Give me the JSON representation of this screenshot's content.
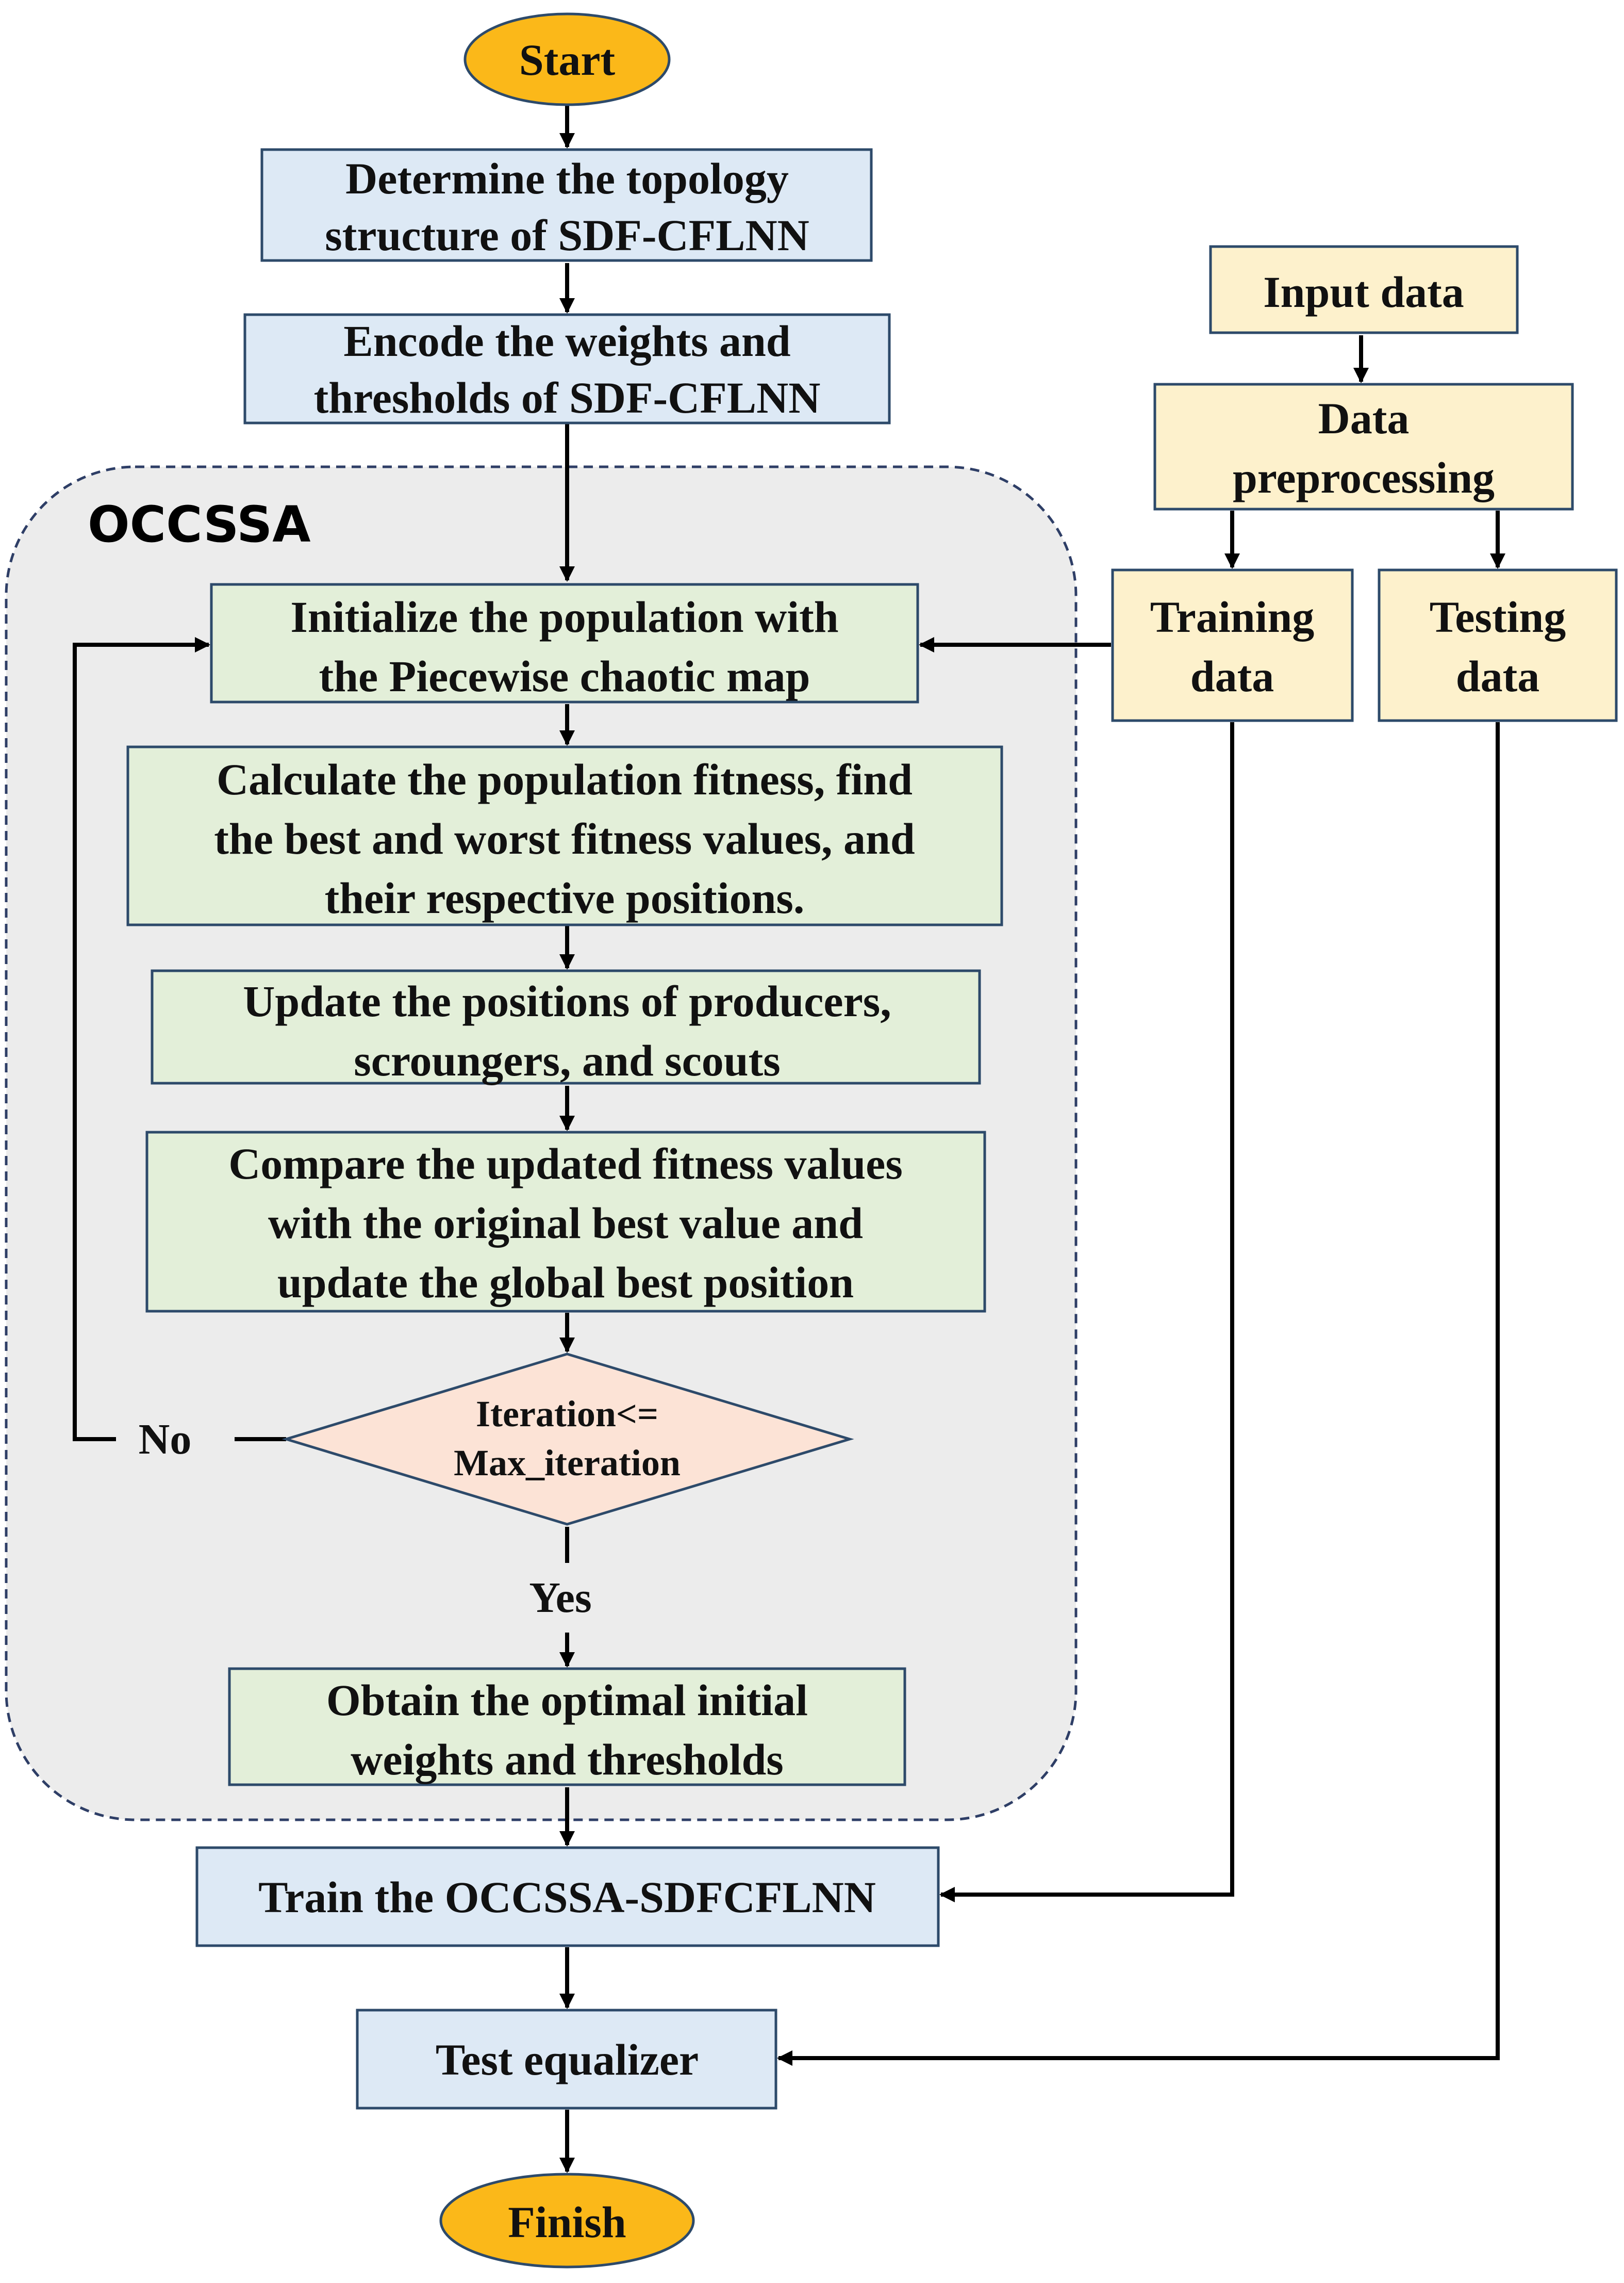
{
  "nodes": {
    "start": "Start",
    "determine": [
      "Determine the topology",
      "structure of SDF-CFLNN"
    ],
    "encode": [
      "Encode the weights and",
      "thresholds of SDF-CFLNN"
    ],
    "input": "Input data",
    "preprocess": [
      "Data",
      "preprocessing"
    ],
    "training": [
      "Training",
      "data"
    ],
    "testing": [
      "Testing",
      "data"
    ],
    "region_label": "OCCSSA",
    "initialize": [
      "Initialize the population with",
      "the Piecewise chaotic map"
    ],
    "calculate": [
      "Calculate the population fitness, find",
      "the best and worst fitness values, and",
      "their respective positions."
    ],
    "update": [
      "Update the positions of producers,",
      "scroungers, and scouts"
    ],
    "compare": [
      "Compare the updated fitness values",
      "with the original best value and",
      "update the global best position"
    ],
    "decision": [
      "Iteration<=",
      "Max_iteration"
    ],
    "no_label": "No",
    "yes_label": "Yes",
    "obtain": [
      "Obtain the optimal initial",
      "weights and thresholds"
    ],
    "train": "Train the OCCSSA-SDFCFLNN",
    "test": "Test equalizer",
    "finish": "Finish"
  },
  "colors": {
    "process_blue": "#dde9f5",
    "process_green": "#e3efd9",
    "data_yellow": "#fdf1cc",
    "terminal": "#fbb819",
    "decision": "#fce3d6",
    "region": "#ececec"
  }
}
